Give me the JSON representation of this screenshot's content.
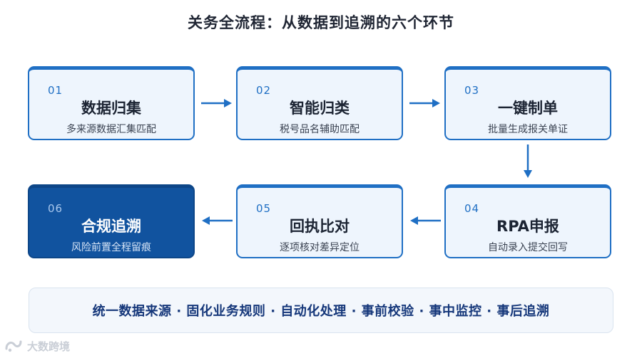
{
  "title": "关务全流程：从数据到追溯的六个环节",
  "steps": [
    {
      "num": "01",
      "name": "数据归集",
      "desc": "多来源数据汇集匹配"
    },
    {
      "num": "02",
      "name": "智能归类",
      "desc": "税号品名辅助匹配"
    },
    {
      "num": "03",
      "name": "一键制单",
      "desc": "批量生成报关单证"
    },
    {
      "num": "04",
      "name": "RPA申报",
      "desc": "自动录入提交回写"
    },
    {
      "num": "05",
      "name": "回执比对",
      "desc": "逐项核对差异定位"
    },
    {
      "num": "06",
      "name": "合规追溯",
      "desc": "风险前置全程留痕"
    }
  ],
  "footer": "统一数据来源 · 固化业务规则 · 自动化处理 · 事前校验 · 事中监控 · 事后追溯",
  "watermark": "大数跨境",
  "colors": {
    "accent": "#1f6fc4",
    "highlight": "#11539f",
    "card_bg": "#eef5fd"
  }
}
